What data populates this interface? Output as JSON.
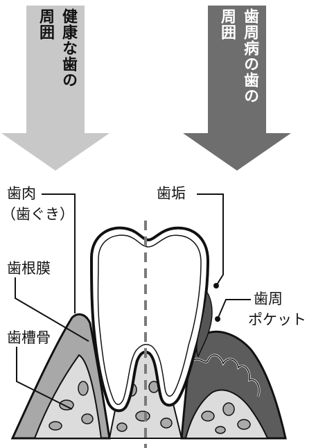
{
  "healthy": {
    "heading_line1": "健康な歯の",
    "heading_line2": "周囲"
  },
  "disease": {
    "heading_line1": "歯周病の歯の",
    "heading_line2": "周囲"
  },
  "labels": {
    "gum": "歯肉",
    "gum_reading": "（歯ぐき）",
    "ligament": "歯根膜",
    "bone": "歯槽骨",
    "plaque": "歯垢",
    "pocket_line1": "歯周",
    "pocket_line2": "ポケット"
  },
  "colors": {
    "healthy_arrow": "#c8c8c8",
    "disease_arrow": "#6e6e6e",
    "healthy_gum": "#a8a8a8",
    "diseased_gum": "#5c5c5c",
    "bone": "#dcdcdc",
    "bone_spots": "#aaaaaa",
    "tooth": "#ffffff",
    "divider": "#7a7a7a"
  }
}
